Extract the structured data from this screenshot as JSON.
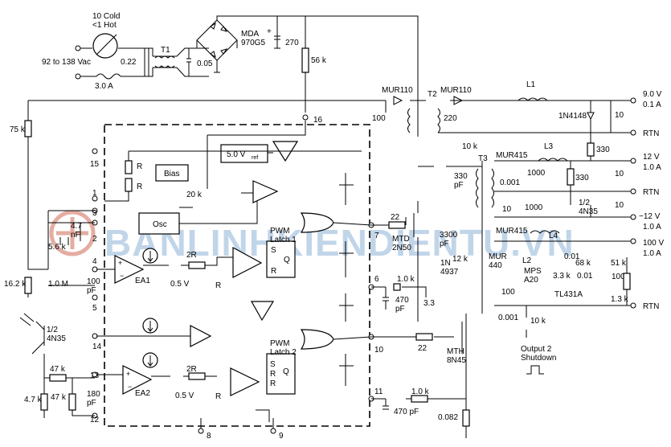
{
  "input": {
    "thermistor": "10 Cold\n<1 Hot",
    "line_voltage": "92 to 138 Vac",
    "fuse": "3.0 A"
  },
  "parts": {
    "c_in1": "0.22",
    "t1": "T1",
    "c_in2": "0.05",
    "bridge": "MDA\n970G5",
    "c_bulk": "270",
    "r_start": "56 k",
    "r_75k": "75 k",
    "r_16k": "16.2 k",
    "d_mur110a": "MUR110",
    "t2": "T2",
    "d_mur110b": "MUR110",
    "c_100a": "100",
    "c_220": "220",
    "l1": "L1",
    "d_1n4148": "1N4148",
    "c_10a": "10",
    "r_10k": "10 k",
    "c_330pf": "330\npF",
    "t3": "T3",
    "d_mur415a": "MUR415",
    "l3": "L3",
    "c_0001a": "0.001",
    "c_1000a": "1000",
    "r_330a": "330",
    "r_330b": "330",
    "c_10b": "10",
    "c_10c": "10",
    "c_1000b": "1000",
    "opto": "1/2\n4N35",
    "c_10d": "10",
    "d_mur415b": "MUR415",
    "l4": "L4",
    "r_12k": "12 k",
    "c_3300": "3300\npF",
    "d_1n4937": "1N\n4937",
    "mtd": "MTD\n2N50",
    "r_22a": "22",
    "d_mur440": "MUR\n440",
    "l2": "L2",
    "mps": "MPS\nA20",
    "c_001b": "0.01",
    "r_68k": "68 k",
    "r_51k": "51 k",
    "r_33k": "3.3 k",
    "c_001c": "0.01",
    "c_100b": "100",
    "c_100c": "100",
    "tl431": "TL431A",
    "r_13k": "1.3 k",
    "c_0001b": "0.001",
    "r_10kb": "10 k",
    "r_10kc": "1.0 k",
    "c_470a": "470\npF",
    "r_33": "3.3",
    "r_22b": "22",
    "mth": "MTH\n8N45",
    "r_10kd": "1.0 k",
    "c_470b": "470 pF",
    "r_0082": "0.082",
    "opto2": "1/2\n4N35",
    "r_47ka": "47 k",
    "r_47kb": "47 k",
    "r_47kc": "4.7 k",
    "c_180": "180\npF",
    "c_47nf": "4.7\nnF",
    "r_56k": "5.6 k",
    "r_10m": "1.0 M",
    "c_100pf": "100\npF",
    "r_20k": "20 k"
  },
  "ic": {
    "vref": "5.0 V",
    "vref_sub": "ref",
    "bias": "Bias",
    "osc": "Osc",
    "r_label": "R",
    "r_label2": "R",
    "ea1": "EA1",
    "ea2": "EA2",
    "r2a": "2R",
    "r2b": "2R",
    "zener_a": "0.5 V",
    "zener_b": "0.5 V",
    "r_a": "R",
    "r_b": "R",
    "latch1": "PWM\nLatch 1",
    "latch2": "PWM\nLatch 2",
    "s1": "S",
    "q1": "Q",
    "r1": "R",
    "s2": "S",
    "r2": "R",
    "r3": "R",
    "q2": "Q"
  },
  "pins": [
    "16",
    "15",
    "1",
    "3",
    "2",
    "4",
    "5",
    "7",
    "6",
    "14",
    "13",
    "11",
    "12",
    "10",
    "8",
    "9"
  ],
  "outputs": [
    {
      "v": "9.0 V",
      "i": "0.1 A"
    },
    {
      "v": "RTN",
      "i": ""
    },
    {
      "v": "12 V",
      "i": "1.0 A"
    },
    {
      "v": "RTN",
      "i": ""
    },
    {
      "v": "−12 V",
      "i": "1.0 A"
    },
    {
      "v": "100 V",
      "i": "1.0 A"
    },
    {
      "v": "RTN",
      "i": ""
    }
  ],
  "shutdown": "Output 2\nShutdown",
  "watermark": "BANLINHKIENDIENTU.VN"
}
